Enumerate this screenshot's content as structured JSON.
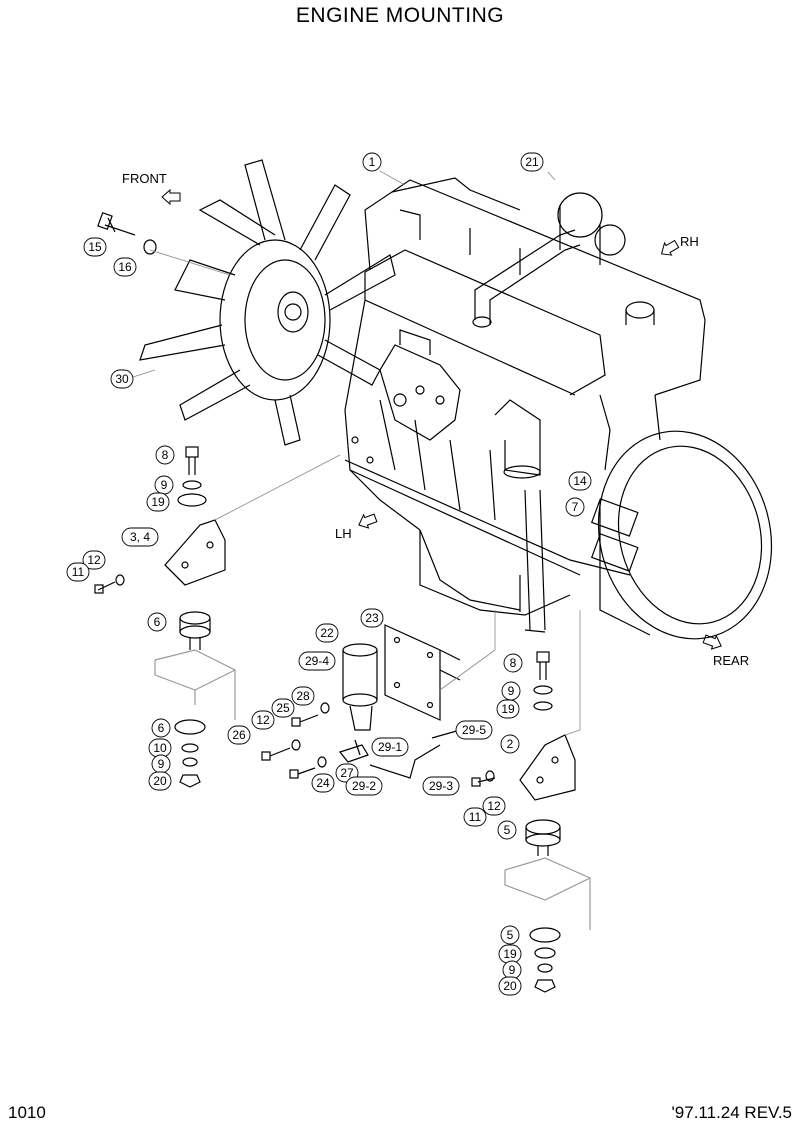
{
  "title": "ENGINE MOUNTING",
  "page_number": "1010",
  "revision": "'97.11.24 REV.5",
  "directions": {
    "front": "FRONT",
    "rh": "RH",
    "lh": "LH",
    "rear": "REAR"
  },
  "callouts": {
    "c1": "1",
    "c21": "21",
    "c15": "15",
    "c16": "16",
    "c30": "30",
    "c8a": "8",
    "c9a": "9",
    "c19a": "19",
    "c34": "3, 4",
    "c12a": "12",
    "c11a": "11",
    "c6a": "6",
    "c6b": "6",
    "c10": "10",
    "c9b": "9",
    "c20a": "20",
    "c14": "14",
    "c7": "7",
    "c23": "23",
    "c22": "22",
    "c294": "29-4",
    "c28": "28",
    "c12b": "12",
    "c25": "25",
    "c26": "26",
    "c291": "29-1",
    "c295": "29-5",
    "c27": "27",
    "c292": "29-2",
    "c293": "29-3",
    "c24": "24",
    "c8b": "8",
    "c9c": "9",
    "c19b": "19",
    "c2": "2",
    "c11b": "11",
    "c12c": "12",
    "c5a": "5",
    "c5b": "5",
    "c19c": "19",
    "c9d": "9",
    "c20b": "20"
  }
}
